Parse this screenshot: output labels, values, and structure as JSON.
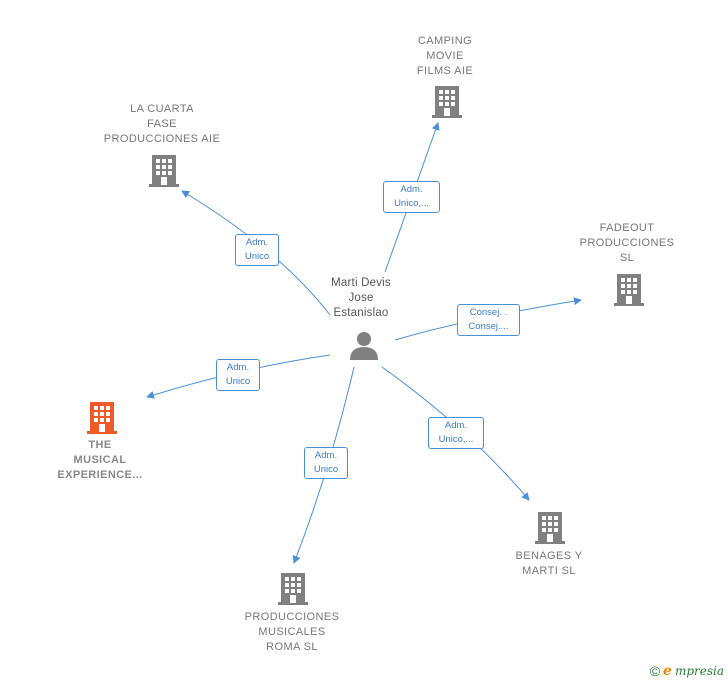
{
  "center": {
    "name": "Marti Devis\nJose\nEstanislao",
    "icon": "person-icon"
  },
  "companies": [
    {
      "id": "camping",
      "name": "CAMPING\nMOVIE\nFILMS AIE",
      "color": "#808080"
    },
    {
      "id": "lacuarta",
      "name": "LA CUARTA\nFASE\nPRODUCCIONES AIE",
      "color": "#808080"
    },
    {
      "id": "fadeout",
      "name": "FADEOUT\nPRODUCCIONES\nSL",
      "color": "#808080"
    },
    {
      "id": "musical",
      "name": "THE\nMUSICAL\nEXPERIENCE...",
      "color": "#f05a28"
    },
    {
      "id": "benages",
      "name": "BENAGES Y\nMARTI SL",
      "color": "#808080"
    },
    {
      "id": "roma",
      "name": "PRODUCCIONES\nMUSICALES\nROMA  SL",
      "color": "#808080"
    }
  ],
  "edges": [
    {
      "to": "camping",
      "label": "Adm.\nUnico,..."
    },
    {
      "to": "lacuarta",
      "label": "Adm.\nUnico"
    },
    {
      "to": "fadeout",
      "label": "Consej. .\nConsej...."
    },
    {
      "to": "musical",
      "label": "Adm.\nUnico"
    },
    {
      "to": "benages",
      "label": "Adm.\nUnico,..."
    },
    {
      "to": "roma",
      "label": "Adm.\nUnico"
    }
  ],
  "colors": {
    "edge": "#4a90d9",
    "building": "#808080",
    "highlight": "#f05a28"
  },
  "footer": {
    "copyright": "©",
    "brand_initial": "e",
    "brand_rest": "mpresia"
  }
}
